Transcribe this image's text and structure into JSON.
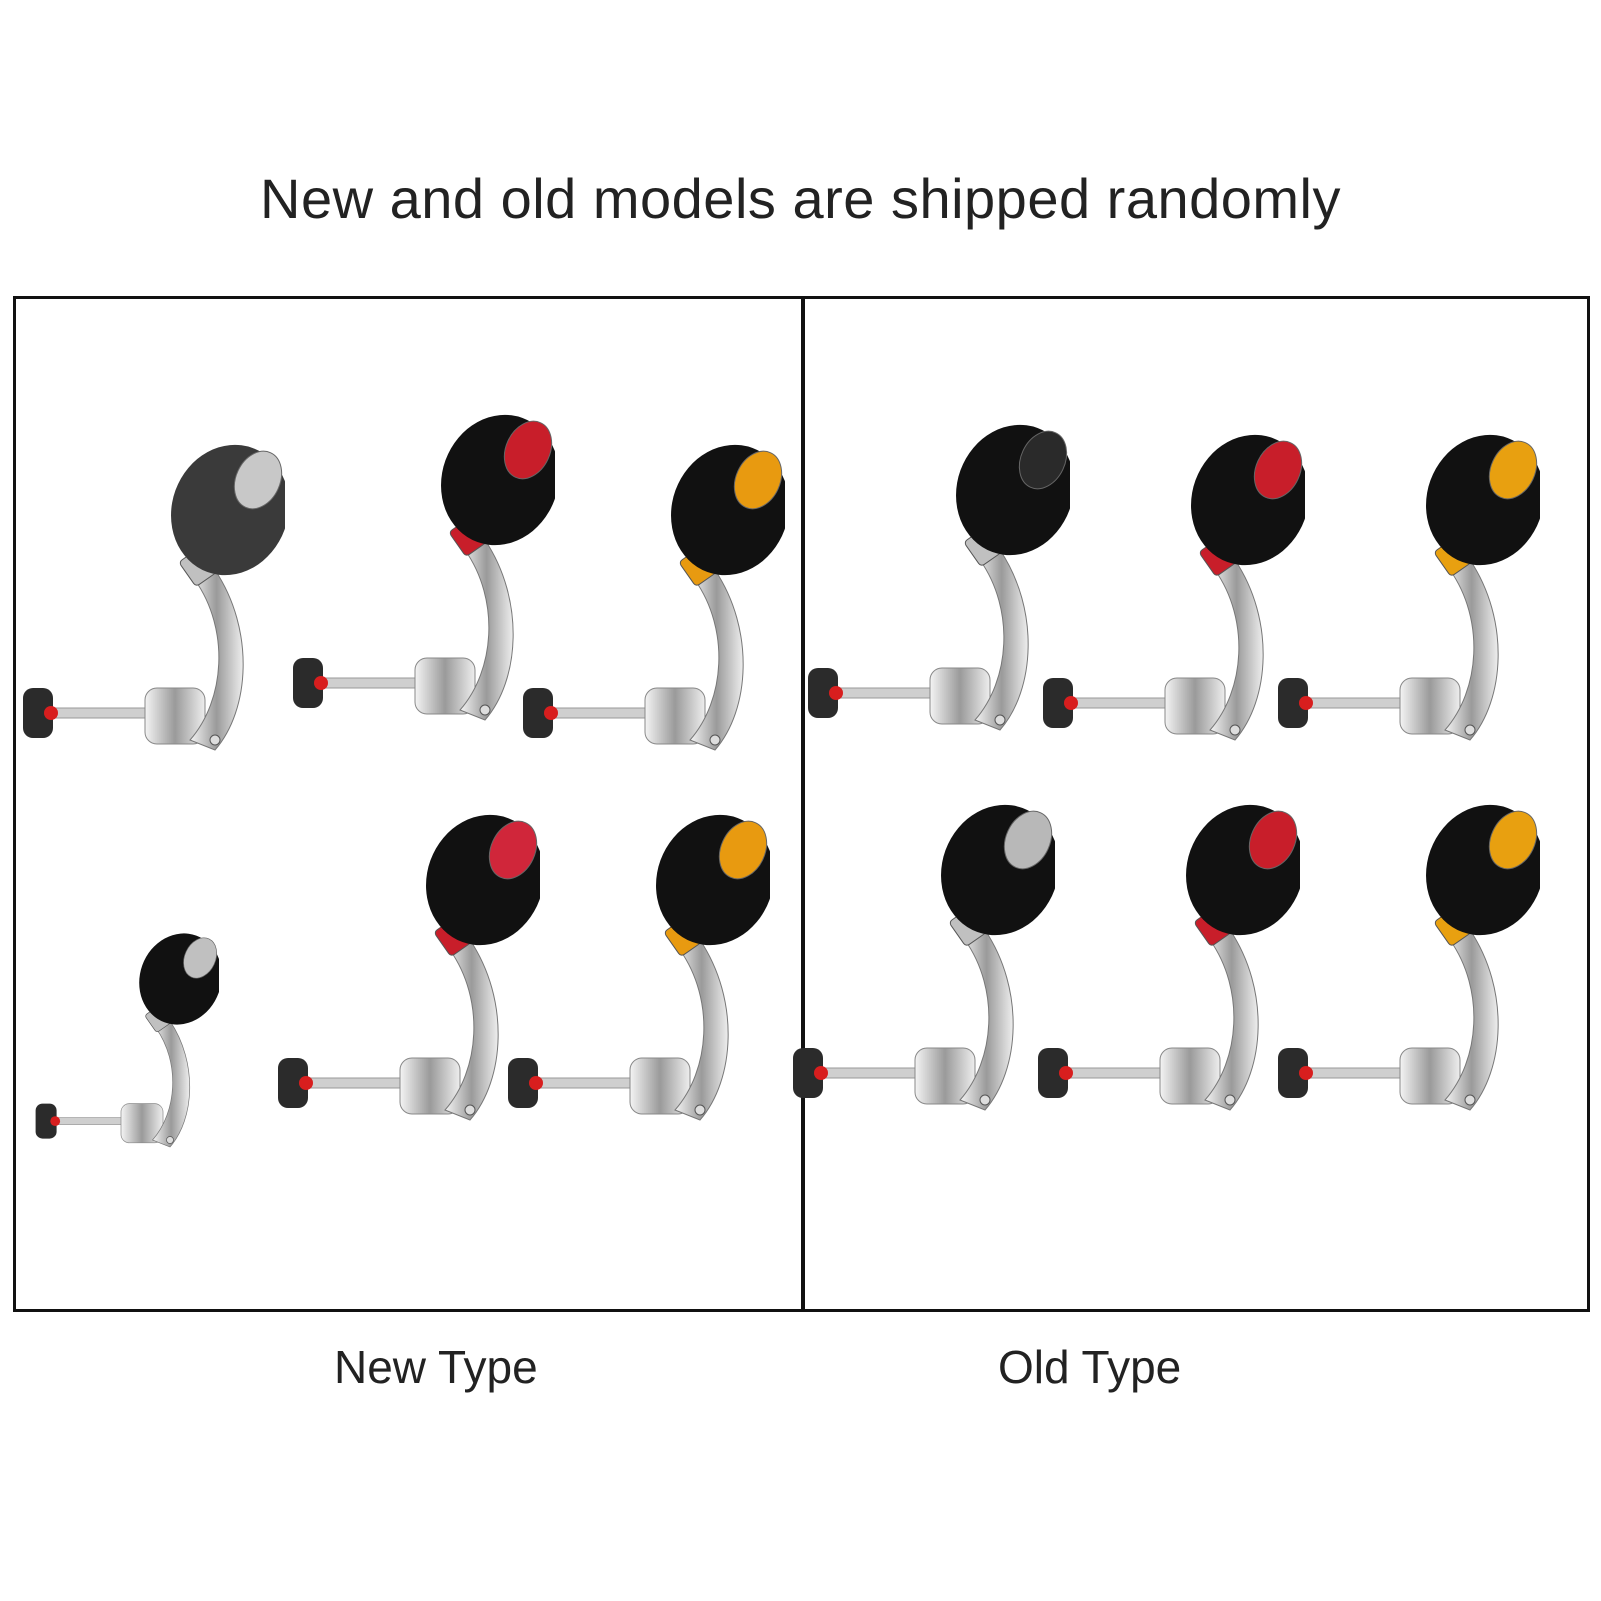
{
  "header": {
    "title": "New and old models are shipped randomly"
  },
  "panels": [
    {
      "id": "new",
      "caption": "New Type",
      "items": [
        {
          "knob_color": "#3a3a3a",
          "cap_color": "#c8c8c8",
          "collar_color": "#c0c0c0",
          "label": "silver-cap handle"
        },
        {
          "knob_color": "#111111",
          "cap_color": "#c81e2a",
          "collar_color": "#c81e2a",
          "label": "red-cap handle"
        },
        {
          "knob_color": "#111111",
          "cap_color": "#e89a10",
          "collar_color": "#e89a10",
          "label": "gold-cap handle"
        },
        {
          "knob_color": "#111111",
          "cap_color": "#c0c0c0",
          "collar_color": "#c0c0c0",
          "label": "small silver handle"
        },
        {
          "knob_color": "#111111",
          "cap_color": "#d0263a",
          "collar_color": "#c81e2a",
          "label": "red-cap handle"
        },
        {
          "knob_color": "#111111",
          "cap_color": "#e89a10",
          "collar_color": "#e89a10",
          "label": "gold-cap handle"
        }
      ]
    },
    {
      "id": "old",
      "caption": "Old Type",
      "items": [
        {
          "knob_color": "#111111",
          "cap_color": "#2a2a2a",
          "collar_color": "#c0c0c0",
          "label": "black-cap handle"
        },
        {
          "knob_color": "#111111",
          "cap_color": "#c81e2a",
          "collar_color": "#c81e2a",
          "label": "red-cap handle"
        },
        {
          "knob_color": "#111111",
          "cap_color": "#e8a010",
          "collar_color": "#e8a010",
          "label": "gold-cap handle"
        },
        {
          "knob_color": "#111111",
          "cap_color": "#b8b8b8",
          "collar_color": "#c0c0c0",
          "label": "silver-cap handle"
        },
        {
          "knob_color": "#111111",
          "cap_color": "#c81e2a",
          "collar_color": "#c81e2a",
          "label": "red-cap handle"
        },
        {
          "knob_color": "#111111",
          "cap_color": "#e8a010",
          "collar_color": "#e8a010",
          "label": "gold-cap handle"
        }
      ]
    }
  ],
  "colors": {
    "border": "#111111",
    "text": "#222222",
    "chrome": "#d9d9d9",
    "nut": "#2b2b2b",
    "washer": "#d81e1e"
  }
}
